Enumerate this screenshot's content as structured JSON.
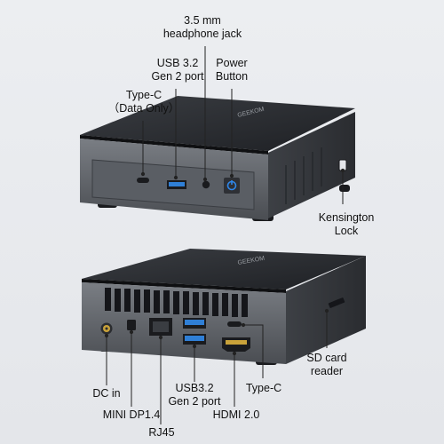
{
  "brand_text": "GEEKOM",
  "labels": {
    "headphone_jack": [
      "3.5 mm",
      "headphone jack"
    ],
    "usb_front": [
      "USB 3.2",
      "Gen 2 port"
    ],
    "power_button": [
      "Power",
      "Button"
    ],
    "type_c_front": [
      "Type-C",
      "（Data Only）"
    ],
    "kensington_lock": [
      "Kensington",
      "Lock"
    ],
    "dc_in": "DC in",
    "mini_dp": "MINI DP1.4",
    "rj45": "RJ45",
    "usb_rear": [
      "USB3.2",
      "Gen 2 port"
    ],
    "hdmi": "HDMI 2.0",
    "type_c_rear": "Type-C",
    "sd_card": [
      "SD card",
      "reader"
    ]
  },
  "colors": {
    "background": "#e8e9ec",
    "top_cover": "#2b2d31",
    "chassis": "#5c6066",
    "port_blue": "#2f7fd6",
    "power_button_blue": "#2f86e8",
    "hdmi_gold": "#c9a23a",
    "leader_line": "#222222"
  }
}
